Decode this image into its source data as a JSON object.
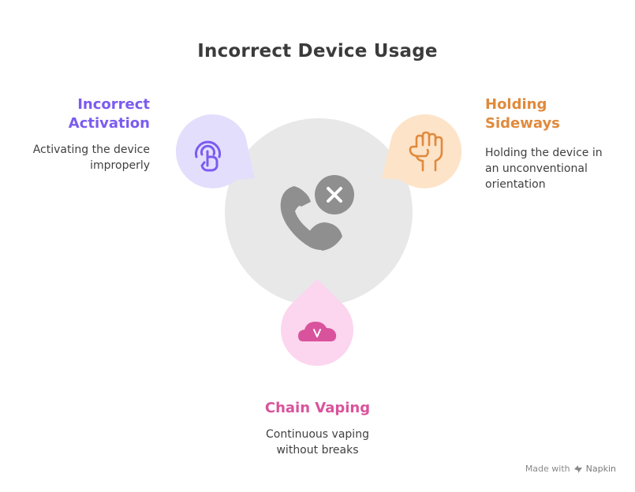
{
  "title": "Incorrect Device Usage",
  "center_icon": "phone-cancel-icon",
  "items": [
    {
      "heading_line1": "Incorrect",
      "heading_line2": "Activation",
      "desc_line1": "Activating the device",
      "desc_line2": "improperly",
      "icon": "tap-finger-icon",
      "color": "#7b5cf0",
      "bg": "#e4defd"
    },
    {
      "heading_line1": "Holding",
      "heading_line2": "Sideways",
      "desc_line1": "Holding the device in",
      "desc_line2": "an unconventional",
      "desc_line3": "orientation",
      "icon": "raised-fist-icon",
      "color": "#e08a3c",
      "bg": "#fde3c8"
    },
    {
      "heading": "Chain Vaping",
      "desc_line1": "Continuous vaping",
      "desc_line2": "without breaks",
      "icon": "vape-cloud-icon",
      "color": "#d9539c",
      "bg": "#fbd6ee"
    }
  ],
  "footer": {
    "made_with": "Made with",
    "brand": "Napkin"
  }
}
